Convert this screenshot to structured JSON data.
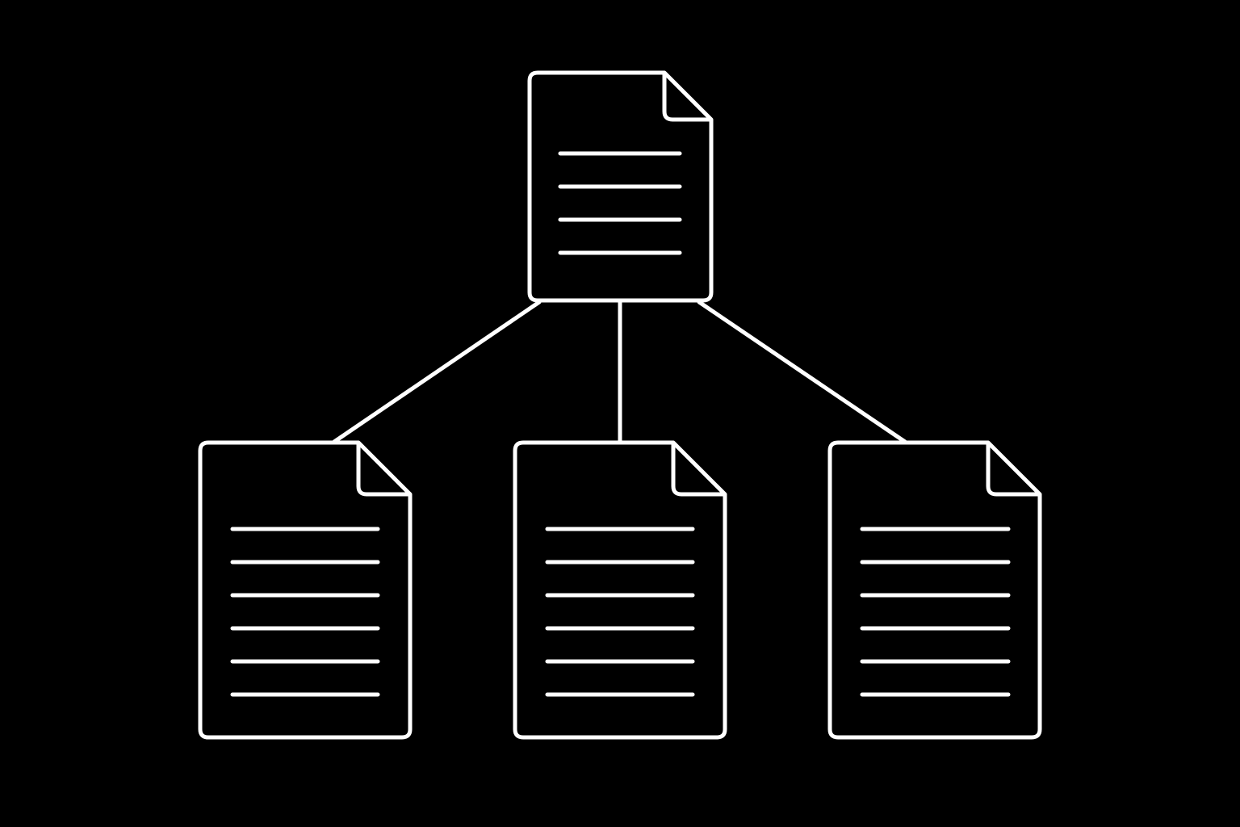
{
  "diagram": {
    "type": "document-hierarchy",
    "colors": {
      "background": "#000000",
      "stroke": "#ffffff"
    },
    "icon": "document-icon",
    "root": {
      "name": "parent-document",
      "text_lines": 4
    },
    "children": [
      {
        "name": "child-document-left",
        "text_lines": 6
      },
      {
        "name": "child-document-center",
        "text_lines": 6
      },
      {
        "name": "child-document-right",
        "text_lines": 6
      }
    ]
  }
}
